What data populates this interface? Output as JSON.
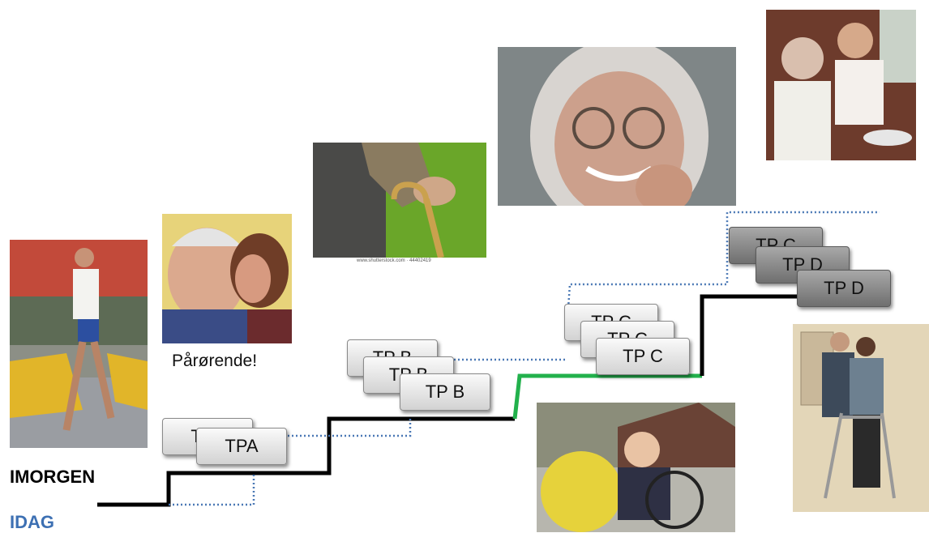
{
  "labels": {
    "imorgen": "IMORGEN",
    "idag": "IDAG",
    "parorende": "Pårørende!",
    "watermark": "www.shutterstock.com · 44402419"
  },
  "boxes": {
    "tpa_back": "TPA",
    "tpa_front": "TPA",
    "tpb_1": "TP B",
    "tpb_2": "TP B",
    "tpb_3": "TP B",
    "tpc_1": "TP C",
    "tpc_2": "TP C",
    "tpc_3": "TP C",
    "tpc_top": "TP C",
    "tpd_1": "TP D",
    "tpd_2": "TP D"
  },
  "colors": {
    "staircase": "#000000",
    "highlight_step": "#22b14c",
    "dotted": "#4a78b5",
    "idag": "#3d70b3"
  }
}
